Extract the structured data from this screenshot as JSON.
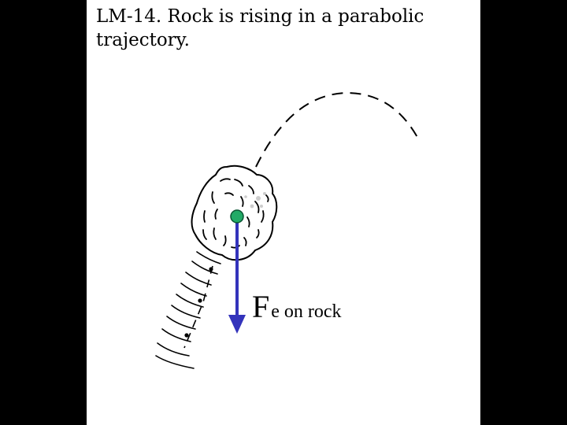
{
  "title": "LM-14. Rock is rising in a parabolic trajectory.",
  "force_label": {
    "symbol": "F",
    "subscript": "e on rock"
  },
  "colors": {
    "background": "#000000",
    "slide": "#ffffff",
    "arrow": "#3333bb",
    "center_dot": "#22aa66",
    "ink": "#000000"
  },
  "icons": {
    "rock": "rock-icon",
    "center_of_mass": "center-dot-icon"
  }
}
